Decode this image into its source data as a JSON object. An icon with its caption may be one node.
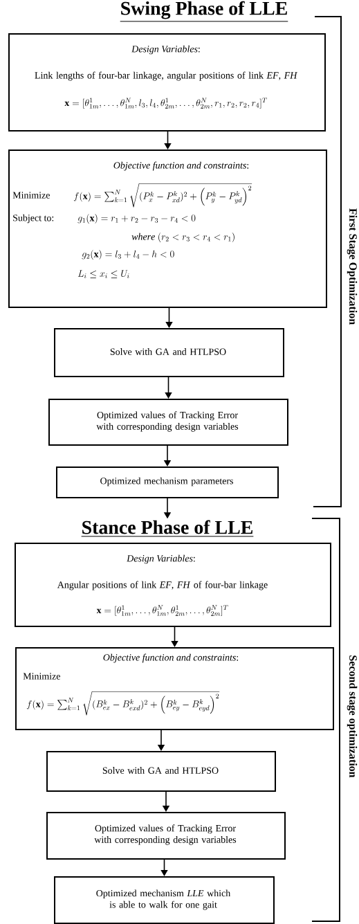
{
  "diagram": {
    "title": "Swing Phase of LLE",
    "nodes": [
      {
        "text": [
          "*Design Variables*:",
          "Link lengths of four-bar linkage, angular positions of link *EF*, *FH*",
          "\\mathbf{x}=[\\theta_{1m}^{1},\\dots,\\theta_{1m}^{N},l_3,l_4,\\theta_{2m}^{1},\\dots,\\theta_{2m}^{N},r_1,r_2,r_2,r_4]^{T}"
        ]
      },
      {
        "text": [
          "*Objective function and constraints*:",
          "Minimize",
          "f(\\mathbf{x})=\\sum_{k=1}^{N}\\sqrt{(P_x^k-P_{xd}^k)^2+\\left(P_y^k-P_{yd}^k\\right)^2}",
          "Subject to:",
          "g_1(\\mathbf{x})=r_1+r_2-r_3-r_4<0",
          "\\mathit{where}\\ (r_2<r_3<r_4<r_1)",
          "g_2(\\mathbf{x})=l_3+l_4-h<0",
          "L_i\\le x_i\\le U_i"
        ]
      },
      {
        "text": [
          "Solve with GA and HTLPSO"
        ]
      },
      {
        "text": [
          "Optimized values of Tracking Error with corresponding design variables"
        ]
      },
      {
        "text": [
          "Optimized mechanism parameters"
        ]
      },
      {
        "text": [
          "Stance Phase of LLE"
        ]
      },
      {
        "text": [
          "*Design Variables*:",
          "Angular positions of link *EF*, *FH* of four-bar linkage",
          "\\mathbf{x}=[\\theta_{1m}^{1},\\dots,\\theta_{1m}^{N},\\theta_{2m}^{1},\\dots,\\theta_{2m}^{N}]^{T}"
        ]
      },
      {
        "text": [
          "*Objective function and constraints*:",
          "Minimize",
          "f(\\mathbf{x})=\\sum_{k=1}^{N}\\sqrt{(B_{ex}^k-B_{exd}^k)^2+\\left(B_{ey}^k-B_{eyd}^k\\right)^2}"
        ]
      },
      {
        "text": [
          "Solve with GA and HTLPSO"
        ]
      },
      {
        "text": [
          "Optimized values of Tracking Error with corresponding design variables"
        ]
      },
      {
        "text": [
          "Optimized mechanism *LLE* which is able to walk for one gait"
        ]
      }
    ],
    "edges": [
      {
        "from": 0,
        "to": 1,
        "arrow": "to"
      },
      {
        "from": 1,
        "to": 2,
        "arrow": "to"
      },
      {
        "from": 2,
        "to": 3,
        "arrow": "to"
      },
      {
        "from": 3,
        "to": 4,
        "arrow": "to"
      },
      {
        "from": 4,
        "to": 5,
        "arrow": "to"
      },
      {
        "from": 6,
        "to": 7,
        "arrow": "to"
      },
      {
        "from": 7,
        "to": 8,
        "arrow": "to"
      },
      {
        "from": 8,
        "to": 9,
        "arrow": "to"
      },
      {
        "from": 9,
        "to": 10,
        "arrow": "to"
      }
    ],
    "labels": [
      "First Stage Optimization",
      "Second stage optimization"
    ]
  }
}
